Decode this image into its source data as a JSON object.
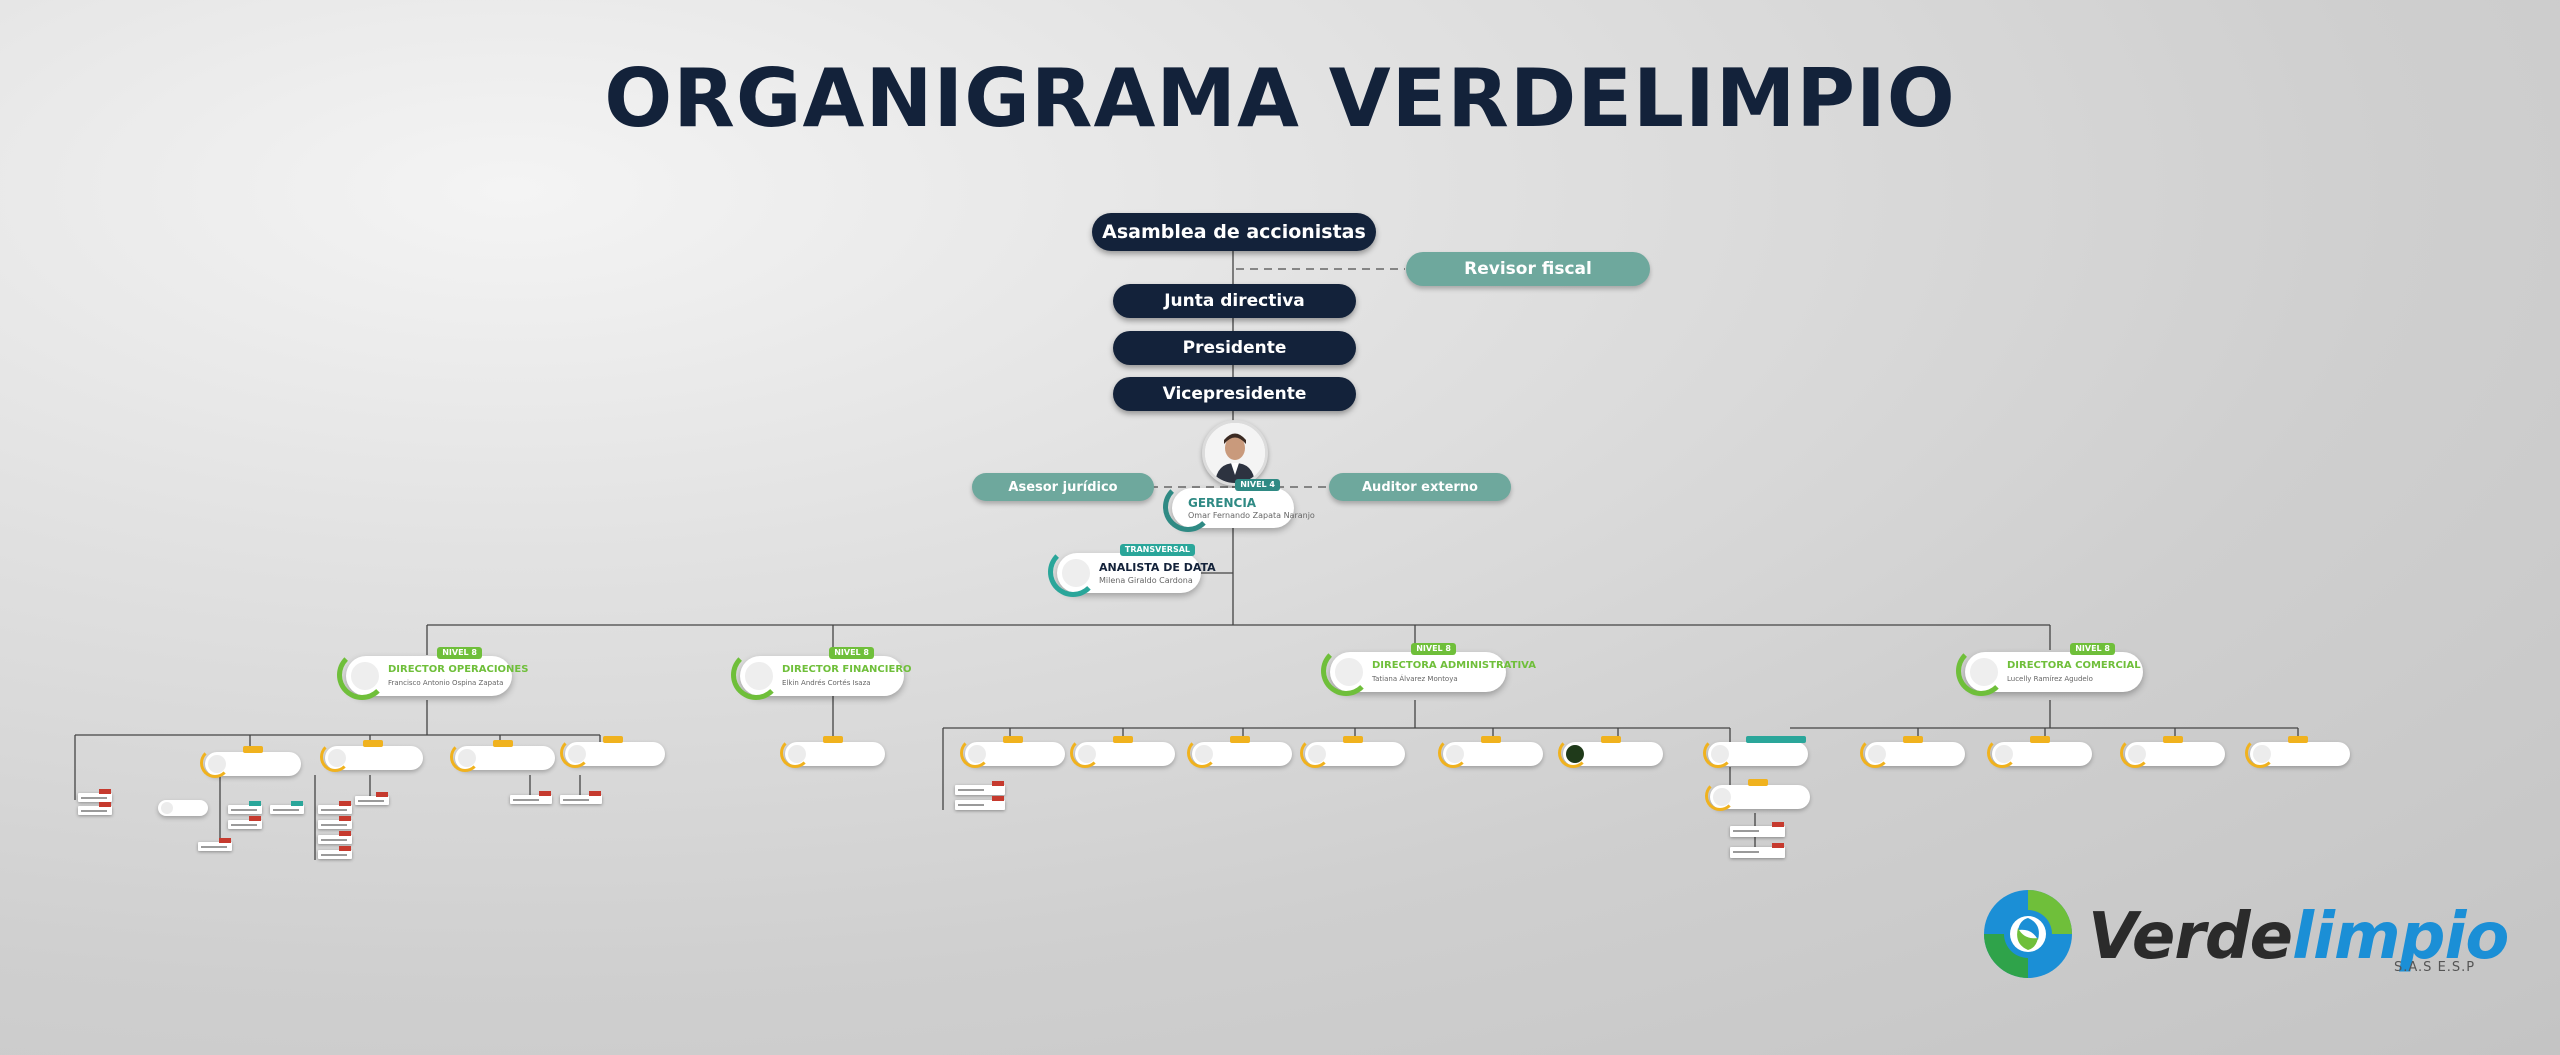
{
  "title": "ORGANIGRAMA VERDELIMPIO",
  "colors": {
    "navy": "#13223a",
    "teal": "#6ea89d",
    "green": "#6fbf3a",
    "yellow": "#f0b21e",
    "gerencia": "#2f8a84",
    "transversal": "#2aa69a",
    "logo_blue": "#1b8fd6",
    "logo_dark": "#2b2b2b"
  },
  "governance": {
    "asamblea": "Asamblea de accionistas",
    "revisor": "Revisor fiscal",
    "junta": "Junta directiva",
    "presidente": "Presidente",
    "vicepresidente": "Vicepresidente",
    "asesor": "Asesor jurídico",
    "auditor": "Auditor externo"
  },
  "gerencia": {
    "badge": "NIVEL 4",
    "title": "GERENCIA",
    "name": "Omar Fernando Zapata Naranjo"
  },
  "analista": {
    "badge": "TRANSVERSAL",
    "title": "ANALISTA DE DATA",
    "name": "Milena Giraldo Cardona"
  },
  "directors": [
    {
      "badge": "NIVEL 8",
      "title": "DIRECTOR OPERACIONES",
      "name": "Francisco Antonio Ospina Zapata"
    },
    {
      "badge": "NIVEL 8",
      "title": "DIRECTOR FINANCIERO",
      "name": "Elkin Andrés Cortés Isaza"
    },
    {
      "badge": "NIVEL 8",
      "title": "DIRECTORA ADMINISTRATIVA",
      "name": "Tatiana Álvarez Montoya"
    },
    {
      "badge": "NIVEL 8",
      "title": "DIRECTORA COMERCIAL",
      "name": "Lucelly Ramírez Agudelo"
    }
  ],
  "logo": {
    "brand_a": "Verde",
    "brand_b": "limpio",
    "suffix": "S.A.S E.S.P"
  }
}
